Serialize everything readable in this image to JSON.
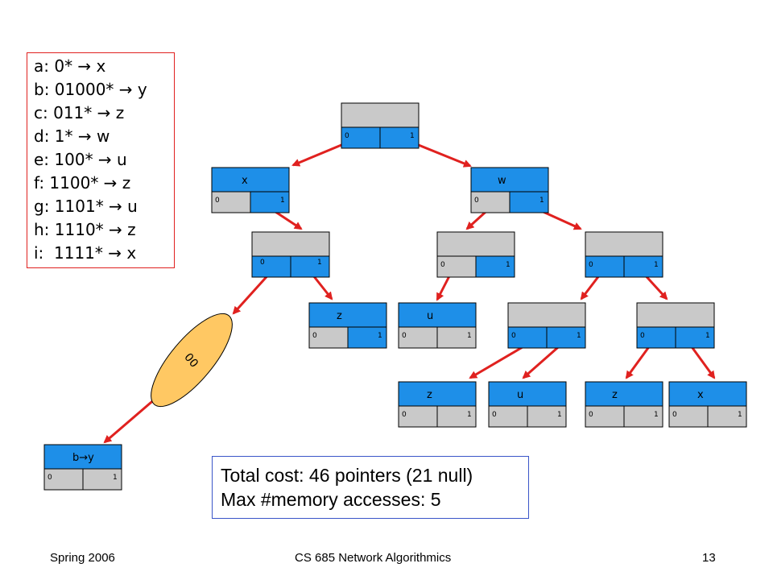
{
  "legend": {
    "lines": [
      "a: 0* → x",
      "b: 01000* → y",
      "c: 011* → z",
      "d: 1* → w",
      "e: 100* → u",
      "f: 1100* → z",
      "g: 1101* → u",
      "h: 1110* → z",
      "i:  1111* → x"
    ]
  },
  "bit_labels": {
    "zero": "0",
    "one": "1"
  },
  "nodes": {
    "root": "",
    "x": "x",
    "w": "w",
    "n0_child": "",
    "w_left": "",
    "w_right": "",
    "z1": "z",
    "u1": "u",
    "n10": "",
    "n11": "",
    "z2": "z",
    "u2": "u",
    "z3": "z",
    "x2": "x",
    "by": "b→y"
  },
  "skip_string": "00",
  "cost_box": {
    "line1": "Total cost: 46 pointers (21 null)",
    "line2": "Max #memory accesses: 5"
  },
  "footer": {
    "left": "Spring 2006",
    "center": "CS 685 Network Algorithmics",
    "page": "13"
  },
  "colors": {
    "node_blue": "#1e8fe8",
    "node_gray": "#c9c9c9",
    "arrow_red": "#e0211f",
    "skip_fill": "#ffc863"
  }
}
